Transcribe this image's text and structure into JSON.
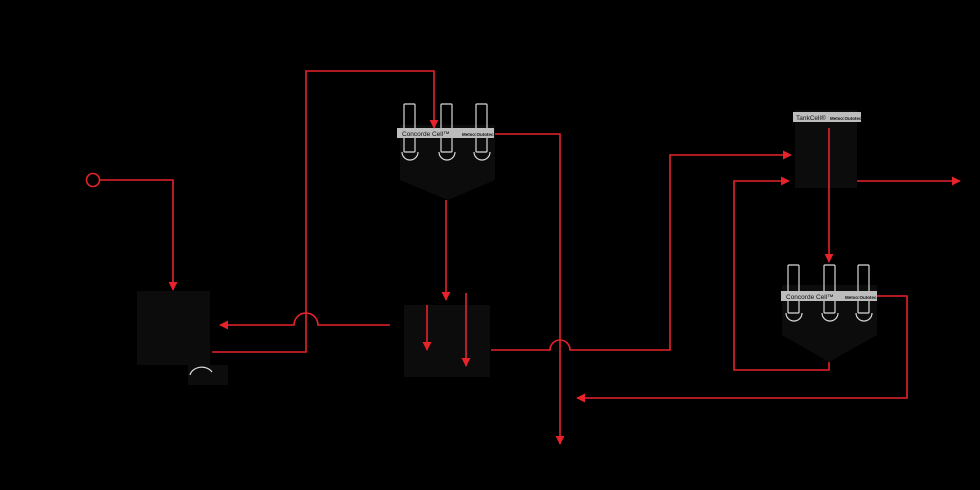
{
  "colors": {
    "background": "#000000",
    "flow_line": "#e8222b",
    "equipment_body": "#0c0c0d",
    "equipment_outline": "#d9d9d9",
    "label_plate": "#bdbdbd"
  },
  "equipment": {
    "concorde_cell_top": {
      "name": "Concorde Cell™",
      "brand": "Metso:Outotec"
    },
    "concorde_cell_right": {
      "name": "Concorde Cell™",
      "brand": "Metso:Outotec"
    },
    "tank_cell": {
      "name": "TankCell®",
      "brand": "Metso:Outotec"
    }
  }
}
